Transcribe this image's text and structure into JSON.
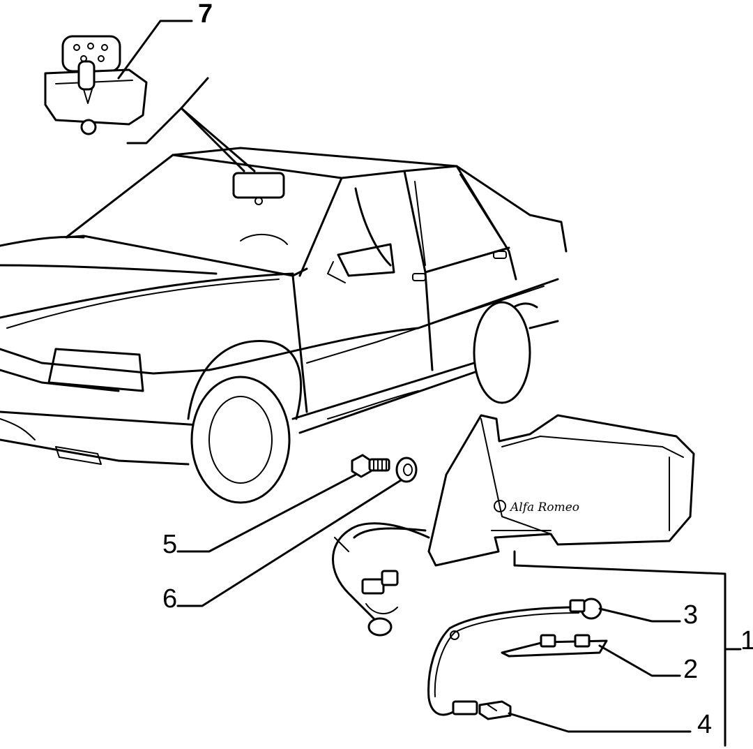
{
  "callouts": [
    {
      "id": "7",
      "label": "7"
    },
    {
      "id": "5",
      "label": "5"
    },
    {
      "id": "6",
      "label": "6"
    },
    {
      "id": "3",
      "label": "3"
    },
    {
      "id": "1",
      "label": "1"
    },
    {
      "id": "2",
      "label": "2"
    },
    {
      "id": "4",
      "label": "4"
    }
  ],
  "mirror_badge": "Alfa Romeo"
}
